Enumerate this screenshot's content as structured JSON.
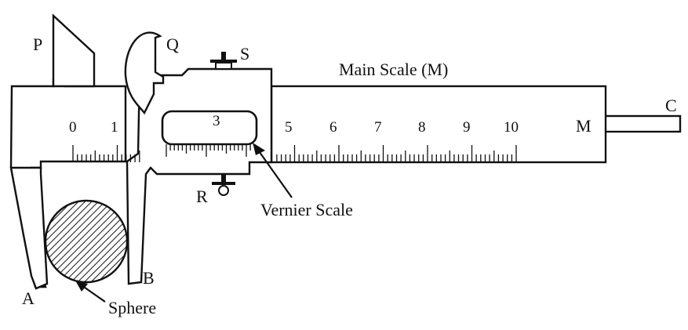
{
  "labels": {
    "P": "P",
    "Q": "Q",
    "S": "S",
    "R": "R",
    "A": "A",
    "B": "B",
    "C": "C",
    "M": "M",
    "main_scale": "Main Scale (M)",
    "vernier_scale": "Vernier Scale",
    "sphere": "Sphere"
  },
  "main_scale_numbers": [
    "0",
    "1",
    "3",
    "5",
    "6",
    "7",
    "8",
    "9",
    "10"
  ],
  "colors": {
    "ink": "#111111",
    "background": "#ffffff"
  }
}
